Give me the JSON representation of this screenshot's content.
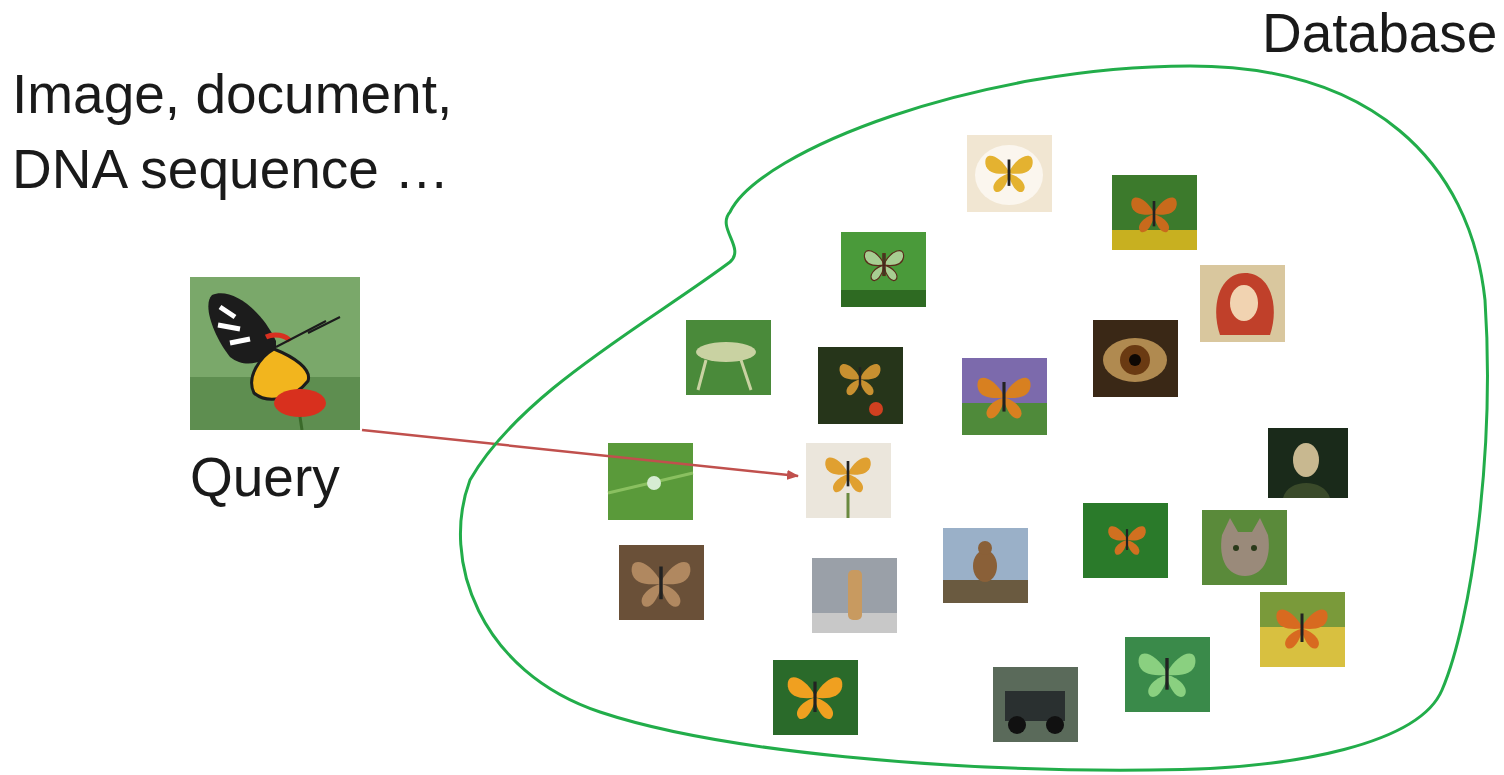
{
  "diagram": {
    "nodes": [
      {
        "text": [
          "Database"
        ]
      },
      {
        "text": [
          "Query"
        ]
      }
    ],
    "labels": [
      "Image, document, DNA sequence …"
    ]
  }
}
